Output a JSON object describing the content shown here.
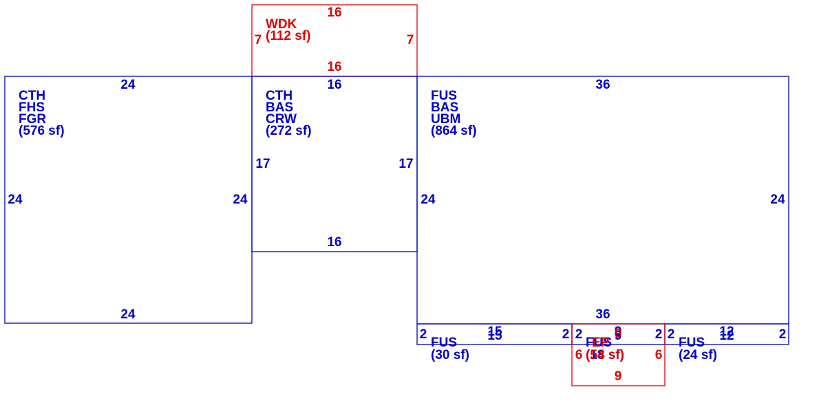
{
  "colors": {
    "primary": "#0000c8",
    "addition": "#e00000",
    "background": "#ffffff"
  },
  "areas": {
    "wdk": {
      "lines": [
        "WDK",
        "(112 sf)"
      ],
      "color": "red",
      "dims": {
        "top": "16",
        "bottom": "16",
        "left": "7",
        "right": "7"
      }
    },
    "garage": {
      "lines": [
        "CTH",
        "FHS",
        "FGR",
        "(576 sf)"
      ],
      "color": "blue",
      "dims": {
        "top": "24",
        "bottom": "24",
        "left": "24",
        "right": "24"
      }
    },
    "crawl": {
      "lines": [
        "CTH",
        "BAS",
        "CRW",
        "(272 sf)"
      ],
      "color": "blue",
      "dims": {
        "top": "16",
        "bottom": "16",
        "left": "17",
        "right": "17"
      }
    },
    "main": {
      "lines": [
        "FUS",
        "BAS",
        "UBM",
        "(864 sf)"
      ],
      "color": "blue",
      "dims": {
        "top": "36",
        "bottom": "36",
        "left": "24",
        "right": "24"
      }
    },
    "strip1": {
      "lines": [
        "FUS",
        "(30 sf)"
      ],
      "color": "blue",
      "dims": {
        "top": "15",
        "bottom": "15",
        "left": "2",
        "right": "2"
      }
    },
    "strip2": {
      "lines": [
        "FUS",
        "(18 sf)"
      ],
      "color": "blue",
      "dims": {
        "top": "9",
        "bottom": "9",
        "left": "2",
        "right": "2"
      }
    },
    "strip3": {
      "lines": [
        "FUS",
        "(24 sf)"
      ],
      "color": "blue",
      "dims": {
        "top": "12",
        "bottom": "12",
        "left": "2",
        "right": "2"
      }
    },
    "ep": {
      "lines": [
        "EP",
        "(54 sf)"
      ],
      "color": "red",
      "dims": {
        "top": "9",
        "bottom": "9",
        "left": "6",
        "right": "6"
      }
    }
  }
}
